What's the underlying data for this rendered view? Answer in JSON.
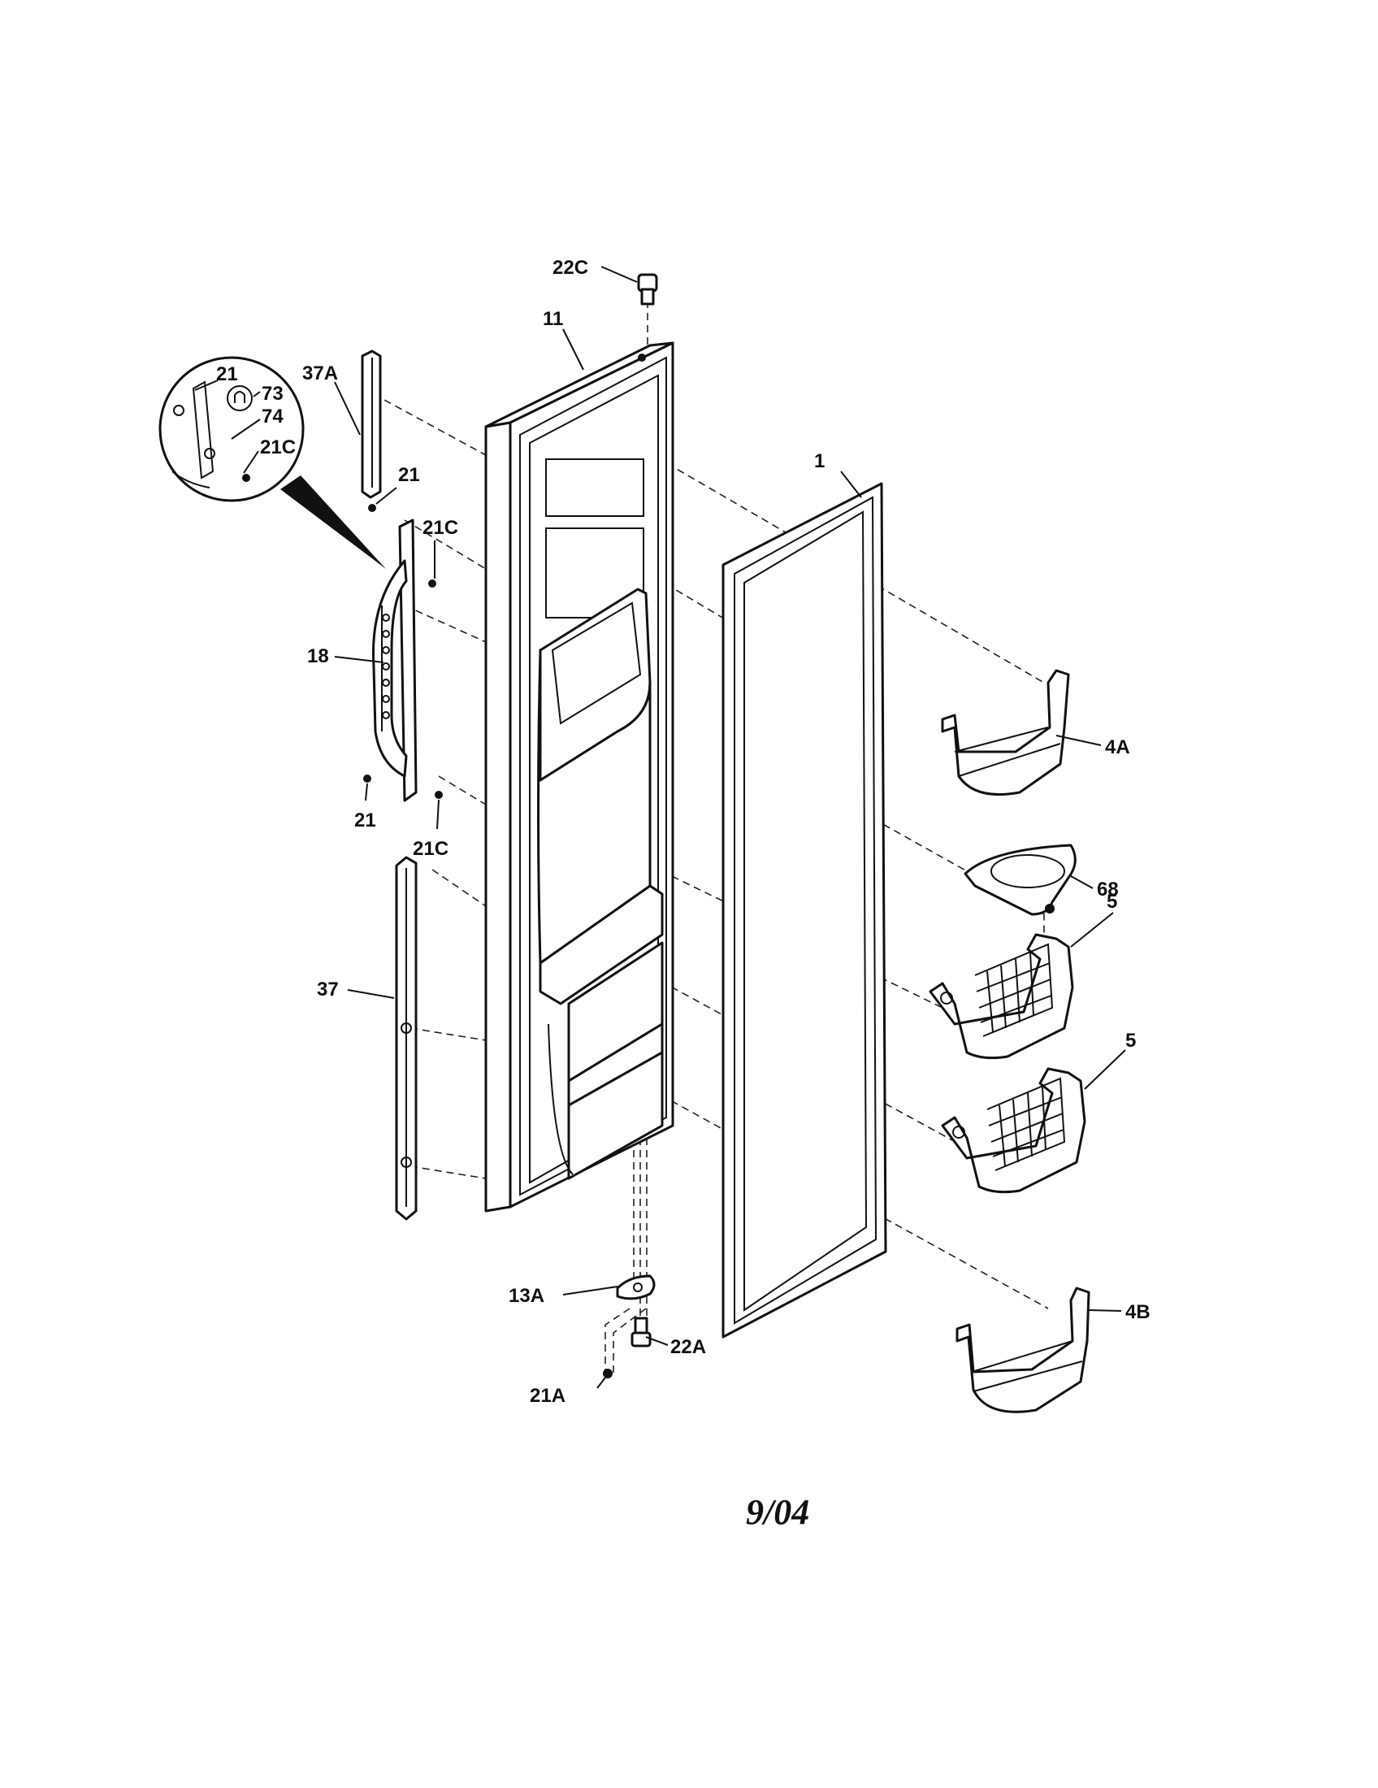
{
  "diagram": {
    "date_code": "9/04",
    "labels": {
      "p22C": "22C",
      "p11": "11",
      "p37A": "37A",
      "p21_detail": "21",
      "p73": "73",
      "p74": "74",
      "p21C_detail": "21C",
      "p21_top": "21",
      "p21C_top": "21C",
      "p1": "1",
      "p18": "18",
      "p4A": "4A",
      "p21_bottom": "21",
      "p21C_bottom": "21C",
      "p68": "68",
      "p5_upper": "5",
      "p37": "37",
      "p5_lower": "5",
      "p13A": "13A",
      "p22A": "22A",
      "p4B": "4B",
      "p21A": "21A"
    }
  }
}
